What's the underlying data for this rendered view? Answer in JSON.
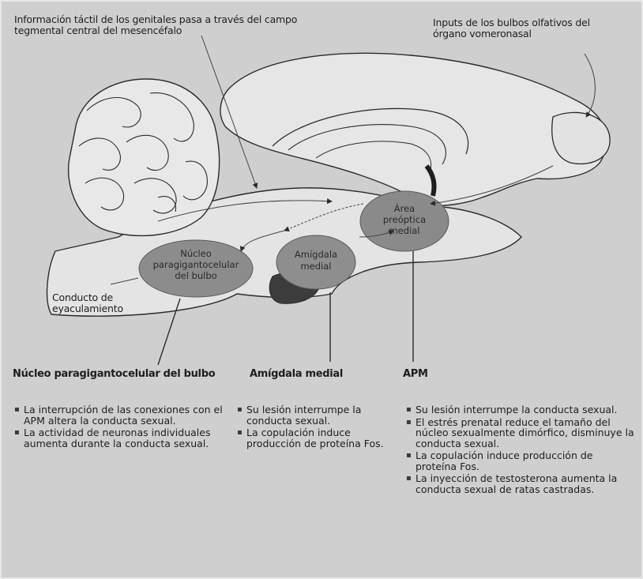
{
  "annotations": {
    "top_left": "Información táctil de los genitales pasa a través del campo tegmental central del mesencéfalo",
    "top_right": "Inputs de los bulbos olfativos del órgano vomeronasal",
    "duct": "Conducto de eyaculamiento"
  },
  "nuclei": {
    "paragigantocellular": [
      "Núcleo",
      "paragigantocelular",
      "del bulbo"
    ],
    "amygdala": [
      "Amígdala",
      "medial"
    ],
    "apm": [
      "Área",
      "preóptica",
      "medial"
    ]
  },
  "columns": [
    {
      "heading": "Núcleo paragigantocelular del bulbo",
      "items": [
        "La interrupción de las conexiones con el APM altera la conducta sexual.",
        "La actividad de neuronas individuales aumenta durante la conducta sexual."
      ]
    },
    {
      "heading": "Amígdala medial",
      "items": [
        "Su lesión interrumpe la conducta sexual.",
        "La copulación induce producción de proteína Fos."
      ]
    },
    {
      "heading": "APM",
      "items": [
        "Su lesión interrumpe la conducta sexual.",
        "El estrés prenatal reduce el tamaño del núcleo sexualmente dimórfico, disminuye la conducta sexual.",
        "La copulación induce producción de proteína Fos.",
        "La inyección de testosterona aumenta la conducta sexual de ratas castradas."
      ]
    }
  ],
  "colors": {
    "background": "#cfcfcf",
    "brain": "#e6e6e6",
    "outline": "#2b2b2b",
    "nucleus": "#8c8c8c"
  }
}
